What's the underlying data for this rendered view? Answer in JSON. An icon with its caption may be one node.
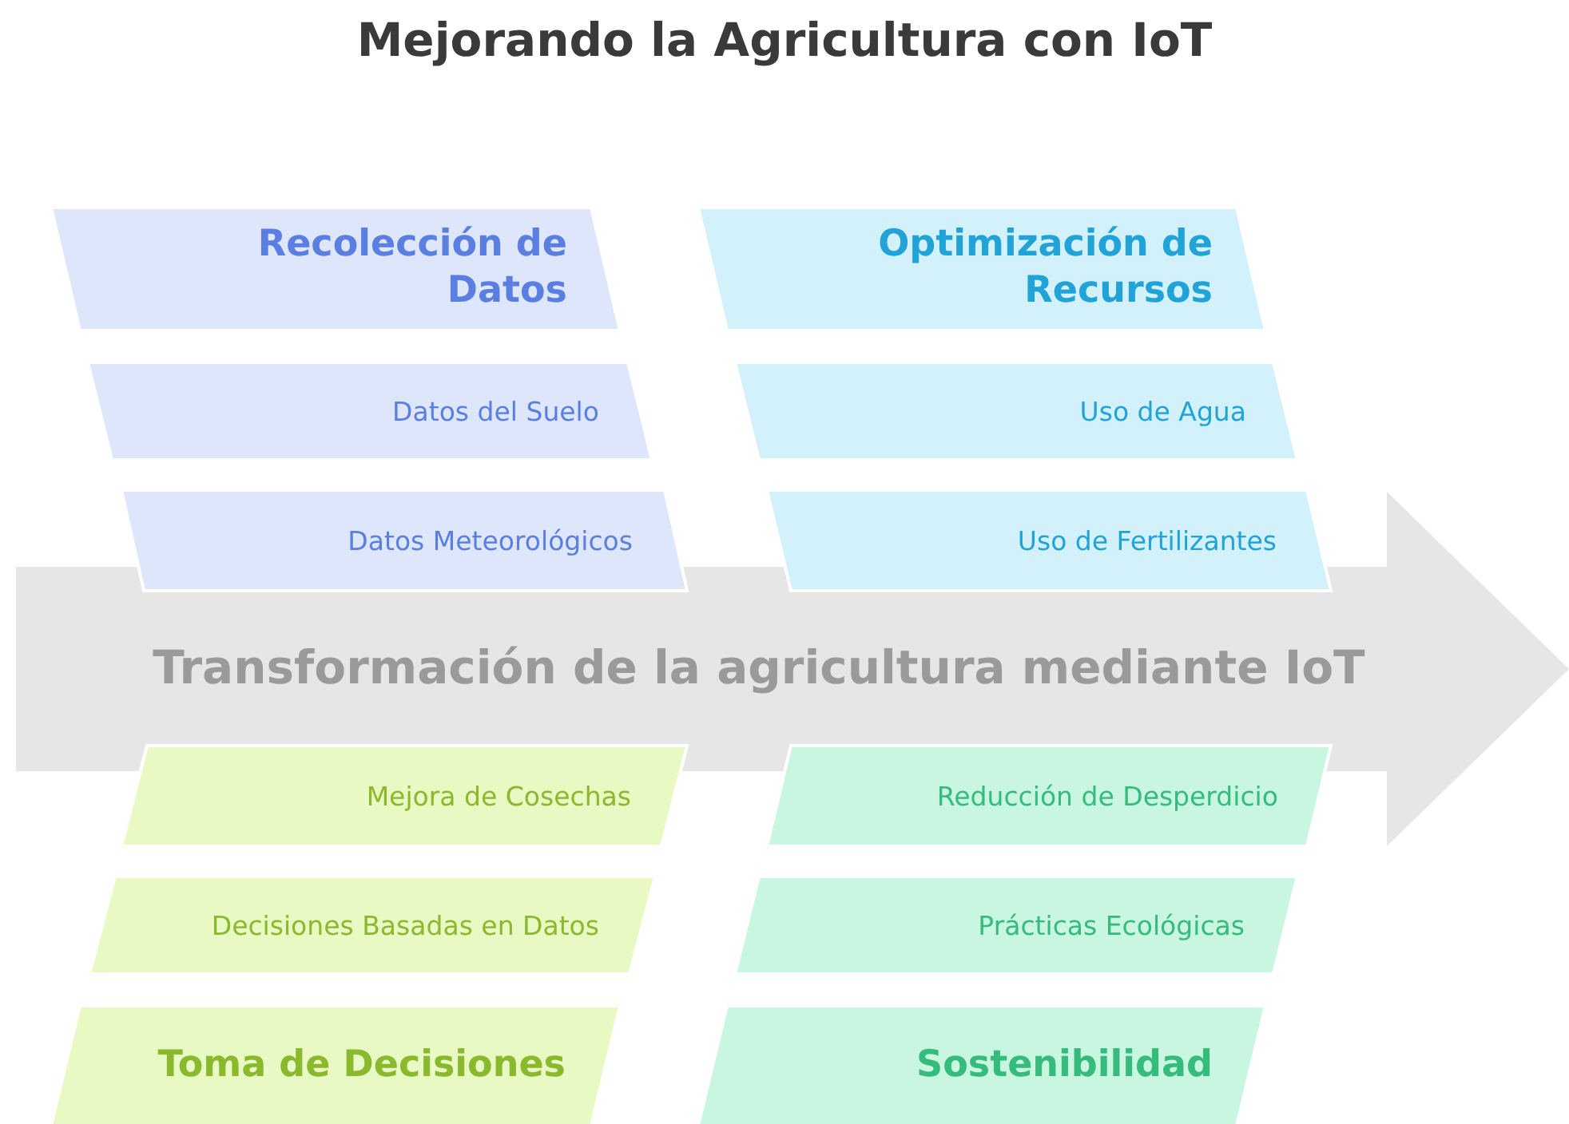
{
  "diagram": {
    "title": "Mejorando la Agricultura con IoT",
    "nodes": [
      {
        "text": [
          "Recolección de Datos"
        ]
      },
      {
        "text": [
          "Datos del Suelo"
        ]
      },
      {
        "text": [
          "Datos Meteorológicos"
        ]
      },
      {
        "text": [
          "Optimización de Recursos"
        ]
      },
      {
        "text": [
          "Uso de Agua"
        ]
      },
      {
        "text": [
          "Uso de Fertilizantes"
        ]
      },
      {
        "text": [
          "Transformación de la agricultura mediante IoT"
        ]
      },
      {
        "text": [
          "Mejora de Cosechas"
        ]
      },
      {
        "text": [
          "Decisiones Basadas en Datos"
        ]
      },
      {
        "text": [
          "Toma de Decisiones"
        ]
      },
      {
        "text": [
          "Reducción de Desperdicio"
        ]
      },
      {
        "text": [
          "Prácticas Ecológicas"
        ]
      },
      {
        "text": [
          "Sostenibilidad"
        ]
      }
    ]
  }
}
